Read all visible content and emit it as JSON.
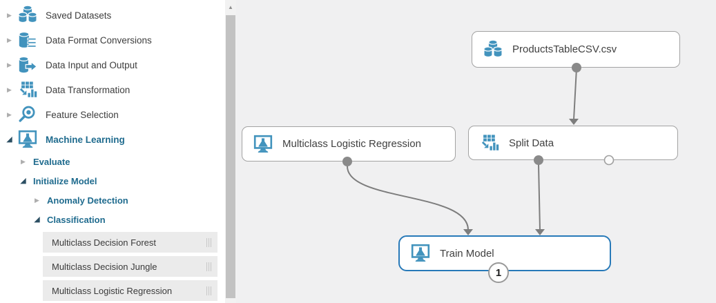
{
  "sidebar": {
    "categories": [
      {
        "label": "Saved Datasets",
        "state": "collapsed",
        "icon": "datasets-stack-icon"
      },
      {
        "label": "Data Format Conversions",
        "state": "collapsed",
        "icon": "database-list-icon"
      },
      {
        "label": "Data Input and Output",
        "state": "collapsed",
        "icon": "database-arrow-icon"
      },
      {
        "label": "Data Transformation",
        "state": "collapsed",
        "icon": "grid-to-chart-icon"
      },
      {
        "label": "Feature Selection",
        "state": "collapsed",
        "icon": "magnifier-icon"
      },
      {
        "label": "Machine Learning",
        "state": "expanded",
        "icon": "monitor-flask-icon"
      }
    ],
    "children": [
      {
        "label": "Evaluate",
        "state": "collapsed",
        "level": 2
      },
      {
        "label": "Initialize Model",
        "state": "expanded",
        "level": 2
      },
      {
        "label": "Anomaly Detection",
        "state": "collapsed",
        "level": 3
      },
      {
        "label": "Classification",
        "state": "expanded",
        "level": 3
      }
    ],
    "modules": [
      {
        "label": "Multiclass Decision Forest"
      },
      {
        "label": "Multiclass Decision Jungle"
      },
      {
        "label": "Multiclass Logistic Regression"
      }
    ]
  },
  "canvas": {
    "nodes": {
      "dataset": {
        "label": "ProductsTableCSV.csv",
        "icon": "datasets-stack-icon",
        "selected": false
      },
      "mlr": {
        "label": "Multiclass Logistic Regression",
        "icon": "monitor-flask-icon",
        "selected": false
      },
      "split": {
        "label": "Split Data",
        "icon": "grid-to-chart-icon",
        "selected": false
      },
      "train": {
        "label": "Train Model",
        "icon": "monitor-flask-icon",
        "selected": true,
        "badge": "1"
      }
    },
    "connections": [
      {
        "from": "dataset",
        "to": "split"
      },
      {
        "from": "mlr",
        "to": "train"
      },
      {
        "from": "split",
        "to": "train"
      }
    ]
  },
  "glyphs": {
    "collapsed": "▶",
    "expanded": "◢",
    "scroll_up": "▲"
  },
  "colors": {
    "module_icon_blue": "#4293bd",
    "active_tree_text": "#1f6b8e",
    "selected_node_border": "#2779b8",
    "canvas_background": "#f0f0f1",
    "connector_gray": "#7d7d7d",
    "module_row_background": "#ebebeb"
  }
}
